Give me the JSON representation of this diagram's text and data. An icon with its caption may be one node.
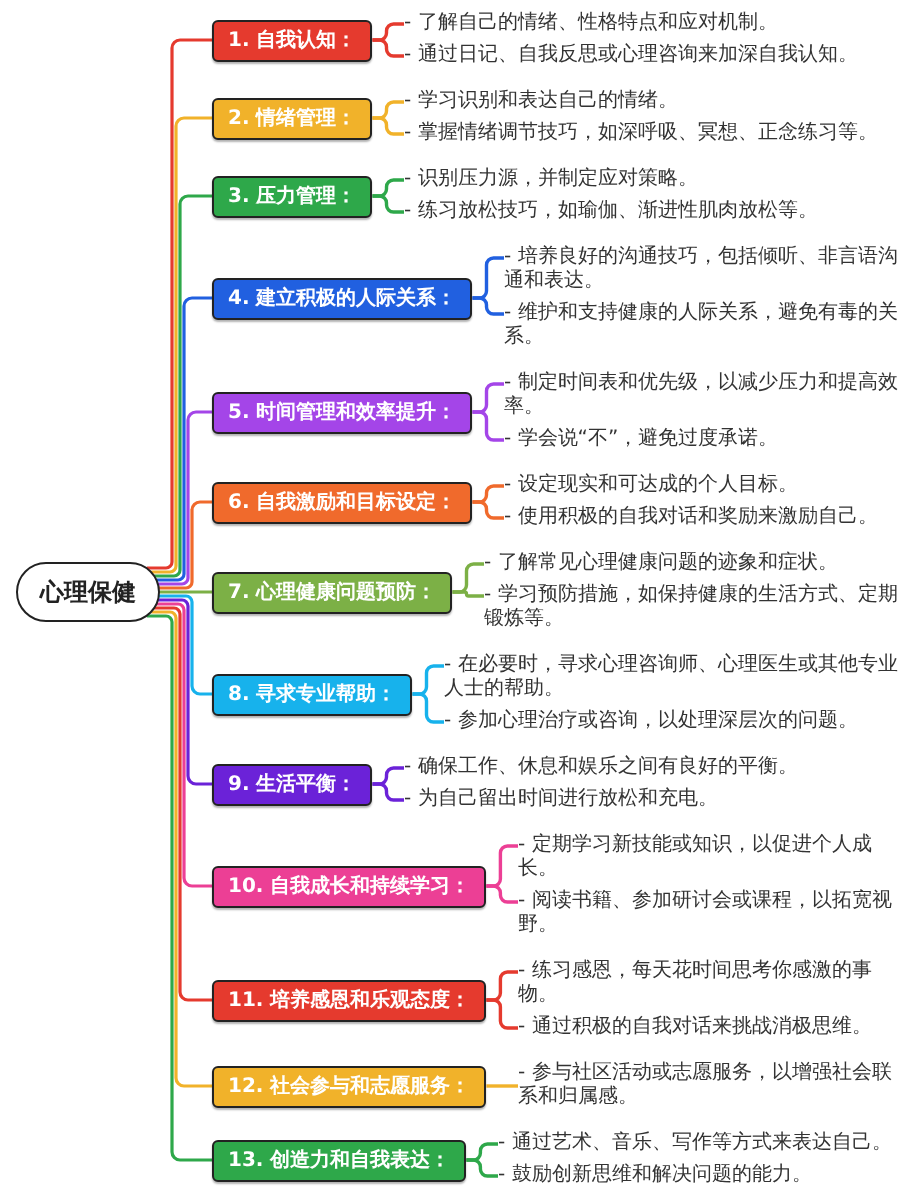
{
  "diagram": {
    "nodes": [
      {
        "text": [
          "心理保健"
        ]
      },
      {
        "text": [
          "1. 自我认知："
        ]
      },
      {
        "text": [
          "- 了解自己的情绪、性格特点和应对机制。"
        ]
      },
      {
        "text": [
          "- 通过日记、自我反思或心理咨询来加深自我认知。"
        ]
      },
      {
        "text": [
          "2. 情绪管理："
        ]
      },
      {
        "text": [
          "- 学习识别和表达自己的情绪。"
        ]
      },
      {
        "text": [
          "- 掌握情绪调节技巧，如深呼吸、冥想、正念练习等。"
        ]
      },
      {
        "text": [
          "3. 压力管理："
        ]
      },
      {
        "text": [
          "- 识别压力源，并制定应对策略。"
        ]
      },
      {
        "text": [
          "- 练习放松技巧，如瑜伽、渐进性肌肉放松等。"
        ]
      },
      {
        "text": [
          "4. 建立积极的人际关系："
        ]
      },
      {
        "text": [
          "- 培养良好的沟通技巧，包括倾听、非言语沟通和表达。"
        ]
      },
      {
        "text": [
          "- 维护和支持健康的人际关系，避免有毒的关系。"
        ]
      },
      {
        "text": [
          "5. 时间管理和效率提升："
        ]
      },
      {
        "text": [
          "- 制定时间表和优先级，以减少压力和提高效率。"
        ]
      },
      {
        "text": [
          "- 学会说“不”，避免过度承诺。"
        ]
      },
      {
        "text": [
          "6. 自我激励和目标设定："
        ]
      },
      {
        "text": [
          "- 设定现实和可达成的个人目标。"
        ]
      },
      {
        "text": [
          "- 使用积极的自我对话和奖励来激励自己。"
        ]
      },
      {
        "text": [
          "7. 心理健康问题预防："
        ]
      },
      {
        "text": [
          "- 了解常见心理健康问题的迹象和症状。"
        ]
      },
      {
        "text": [
          "- 学习预防措施，如保持健康的生活方式、定期锻炼等。"
        ]
      },
      {
        "text": [
          "8. 寻求专业帮助："
        ]
      },
      {
        "text": [
          "- 在必要时，寻求心理咨询师、心理医生或其他专业人士的帮助。"
        ]
      },
      {
        "text": [
          "- 参加心理治疗或咨询，以处理深层次的问题。"
        ]
      },
      {
        "text": [
          "9. 生活平衡："
        ]
      },
      {
        "text": [
          "- 确保工作、休息和娱乐之间有良好的平衡。"
        ]
      },
      {
        "text": [
          "- 为自己留出时间进行放松和充电。"
        ]
      },
      {
        "text": [
          "10. 自我成长和持续学习："
        ]
      },
      {
        "text": [
          "- 定期学习新技能或知识，以促进个人成长。"
        ]
      },
      {
        "text": [
          "- 阅读书籍、参加研讨会或课程，以拓宽视野。"
        ]
      },
      {
        "text": [
          "11. 培养感恩和乐观态度："
        ]
      },
      {
        "text": [
          "- 练习感恩，每天花时间思考你感激的事物。"
        ]
      },
      {
        "text": [
          "- 通过积极的自我对话来挑战消极思维。"
        ]
      },
      {
        "text": [
          "12. 社会参与和志愿服务："
        ]
      },
      {
        "text": [
          "- 参与社区活动或志愿服务，以增强社会联系和归属感。"
        ]
      },
      {
        "text": [
          "13. 创造力和自我表达："
        ]
      },
      {
        "text": [
          "- 通过艺术、音乐、写作等方式来表达自己。"
        ]
      },
      {
        "text": [
          "- 鼓励创新思维和解决问题的能力。"
        ]
      }
    ],
    "edges": [
      {
        "from": 0,
        "to": 1,
        "arrow": "none",
        "color": "#e53a2e"
      },
      {
        "from": 0,
        "to": 4,
        "arrow": "none",
        "color": "#f1b22a"
      },
      {
        "from": 0,
        "to": 7,
        "arrow": "none",
        "color": "#2ea84a"
      },
      {
        "from": 0,
        "to": 10,
        "arrow": "none",
        "color": "#2160e0"
      },
      {
        "from": 0,
        "to": 13,
        "arrow": "none",
        "color": "#a445e8"
      },
      {
        "from": 0,
        "to": 16,
        "arrow": "none",
        "color": "#f06a2c"
      },
      {
        "from": 0,
        "to": 19,
        "arrow": "none",
        "color": "#7cb046"
      },
      {
        "from": 0,
        "to": 22,
        "arrow": "none",
        "color": "#17b2ec"
      },
      {
        "from": 0,
        "to": 25,
        "arrow": "none",
        "color": "#6b22d8"
      },
      {
        "from": 0,
        "to": 28,
        "arrow": "none",
        "color": "#ec3f95"
      },
      {
        "from": 0,
        "to": 31,
        "arrow": "none",
        "color": "#e53a2e"
      },
      {
        "from": 0,
        "to": 34,
        "arrow": "none",
        "color": "#f1b22a"
      },
      {
        "from": 0,
        "to": 36,
        "arrow": "none",
        "color": "#2ea84a"
      },
      {
        "from": 1,
        "to": 2,
        "arrow": "none",
        "color": "#e53a2e"
      },
      {
        "from": 1,
        "to": 3,
        "arrow": "none",
        "color": "#e53a2e"
      },
      {
        "from": 4,
        "to": 5,
        "arrow": "none",
        "color": "#f1b22a"
      },
      {
        "from": 4,
        "to": 6,
        "arrow": "none",
        "color": "#f1b22a"
      },
      {
        "from": 7,
        "to": 8,
        "arrow": "none",
        "color": "#2ea84a"
      },
      {
        "from": 7,
        "to": 9,
        "arrow": "none",
        "color": "#2ea84a"
      },
      {
        "from": 10,
        "to": 11,
        "arrow": "none",
        "color": "#2160e0"
      },
      {
        "from": 10,
        "to": 12,
        "arrow": "none",
        "color": "#2160e0"
      },
      {
        "from": 13,
        "to": 14,
        "arrow": "none",
        "color": "#a445e8"
      },
      {
        "from": 13,
        "to": 15,
        "arrow": "none",
        "color": "#a445e8"
      },
      {
        "from": 16,
        "to": 17,
        "arrow": "none",
        "color": "#f06a2c"
      },
      {
        "from": 16,
        "to": 18,
        "arrow": "none",
        "color": "#f06a2c"
      },
      {
        "from": 19,
        "to": 20,
        "arrow": "none",
        "color": "#7cb046"
      },
      {
        "from": 19,
        "to": 21,
        "arrow": "none",
        "color": "#7cb046"
      },
      {
        "from": 22,
        "to": 23,
        "arrow": "none",
        "color": "#17b2ec"
      },
      {
        "from": 22,
        "to": 24,
        "arrow": "none",
        "color": "#17b2ec"
      },
      {
        "from": 25,
        "to": 26,
        "arrow": "none",
        "color": "#6b22d8"
      },
      {
        "from": 25,
        "to": 27,
        "arrow": "none",
        "color": "#6b22d8"
      },
      {
        "from": 28,
        "to": 29,
        "arrow": "none",
        "color": "#ec3f95"
      },
      {
        "from": 28,
        "to": 30,
        "arrow": "none",
        "color": "#ec3f95"
      },
      {
        "from": 31,
        "to": 32,
        "arrow": "none",
        "color": "#e53a2e"
      },
      {
        "from": 31,
        "to": 33,
        "arrow": "none",
        "color": "#e53a2e"
      },
      {
        "from": 34,
        "to": 35,
        "arrow": "none",
        "color": "#f1b22a"
      },
      {
        "from": 36,
        "to": 37,
        "arrow": "none",
        "color": "#2ea84a"
      },
      {
        "from": 36,
        "to": 38,
        "arrow": "none",
        "color": "#2ea84a"
      }
    ]
  }
}
